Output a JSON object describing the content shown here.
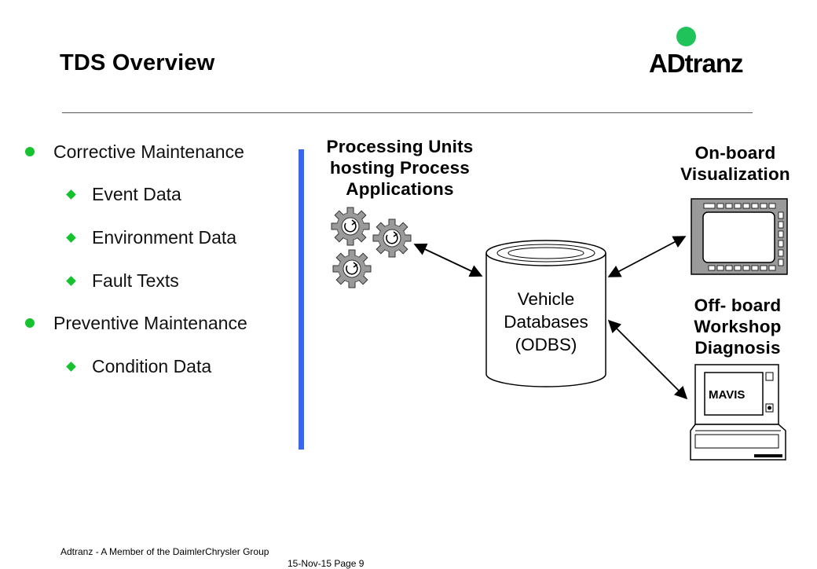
{
  "slide": {
    "title": "TDS Overview",
    "logo_text": "ADtranz"
  },
  "bullets": [
    {
      "label": "Corrective Maintenance"
    },
    {
      "label": "Event Data"
    },
    {
      "label": "Environment Data"
    },
    {
      "label": "Fault Texts"
    },
    {
      "label": "Preventive Maintenance"
    },
    {
      "label": "Condition Data"
    }
  ],
  "diagram": {
    "processing_line1": "Processing Units",
    "processing_line2": "hosting Process",
    "processing_line3": "Applications",
    "onboard_line1": "On-board",
    "onboard_line2": "Visualization",
    "offboard_line1": "Off- board",
    "offboard_line2": "Workshop",
    "offboard_line3": "Diagnosis",
    "db_line1": "Vehicle",
    "db_line2": "Databases",
    "db_line3": "(ODBS)",
    "mavis_label": "MAVIS"
  },
  "footer": {
    "line1": "Adtranz - A Member of the DaimlerChrysler Group",
    "line2": "15-Nov-15   Page 9"
  },
  "colors": {
    "bullet_green": "#16c32f",
    "logo_green": "#1fc35a",
    "bar_blue": "#3868f0"
  }
}
